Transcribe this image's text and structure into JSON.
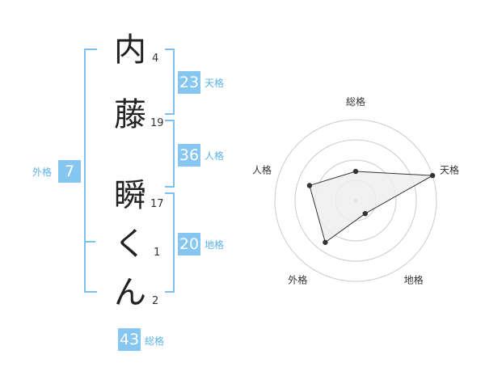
{
  "name": {
    "characters": [
      {
        "char": "内",
        "strokes": "4"
      },
      {
        "char": "藤",
        "strokes": "19"
      },
      {
        "char": "瞬",
        "strokes": "17"
      },
      {
        "char": "く",
        "strokes": "1"
      },
      {
        "char": "ん",
        "strokes": "2"
      }
    ]
  },
  "fortunes": {
    "tenkaku": {
      "label": "天格",
      "value": "23"
    },
    "jinkaku": {
      "label": "人格",
      "value": "36"
    },
    "chikaku": {
      "label": "地格",
      "value": "20"
    },
    "gaikaku": {
      "label": "外格",
      "value": "7"
    },
    "soukaku": {
      "label": "総格",
      "value": "43"
    }
  },
  "radar": {
    "labels": [
      "総格",
      "天格",
      "地格",
      "外格",
      "人格"
    ],
    "values": [
      0.36,
      1.0,
      0.2,
      0.64,
      0.6
    ],
    "fill": "#eeeeee",
    "line": "#333333"
  },
  "colors": {
    "accent": "#85c7f0",
    "bracket": "#7cc1ef"
  }
}
